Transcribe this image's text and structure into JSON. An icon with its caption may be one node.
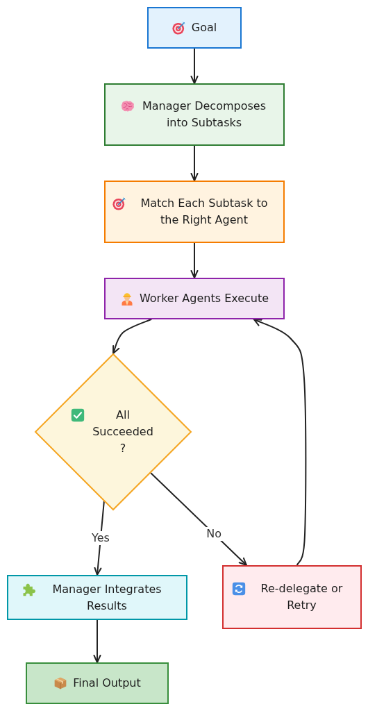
{
  "diagram": {
    "nodes": [
      {
        "text": [
          "Goal"
        ]
      },
      {
        "text": [
          "Manager Decomposes into Subtasks"
        ]
      },
      {
        "text": [
          "Match Each Subtask to the Right Agent"
        ]
      },
      {
        "text": [
          "Worker Agents Execute"
        ]
      },
      {
        "text": [
          "All Succeeded ?"
        ]
      },
      {
        "text": [
          "Manager Integrates Results"
        ]
      },
      {
        "text": [
          "Re-delegate or Retry"
        ]
      },
      {
        "text": [
          "Final Output"
        ]
      }
    ],
    "edges": [
      {
        "from": 0,
        "to": 1,
        "arrow": "to"
      },
      {
        "from": 1,
        "to": 2,
        "arrow": "to"
      },
      {
        "from": 2,
        "to": 3,
        "arrow": "to"
      },
      {
        "from": 3,
        "to": 4,
        "arrow": "to"
      },
      {
        "from": 4,
        "to": 5,
        "arrow": "to",
        "label": "Yes"
      },
      {
        "from": 4,
        "to": 6,
        "arrow": "to",
        "label": "No"
      },
      {
        "from": 6,
        "to": 3,
        "arrow": "to"
      },
      {
        "from": 5,
        "to": 7,
        "arrow": "to"
      }
    ]
  }
}
